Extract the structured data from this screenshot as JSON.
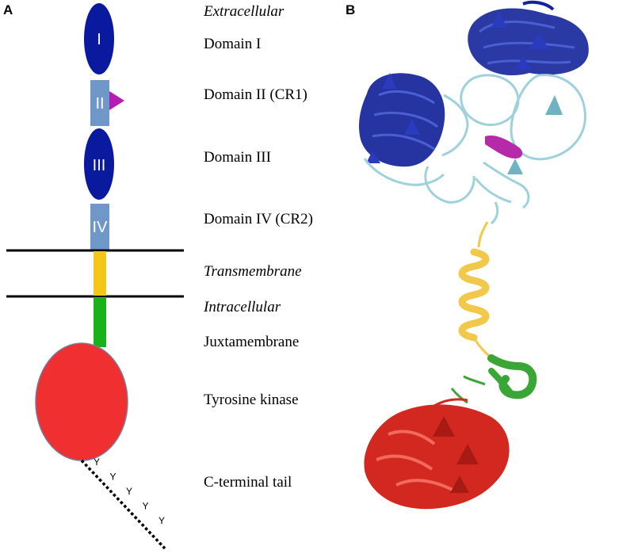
{
  "panels": {
    "a_letter": "A",
    "b_letter": "B"
  },
  "schematic": {
    "domain_numerals": [
      "I",
      "II",
      "III",
      "IV"
    ],
    "tail_residue": "Y",
    "tail_residue_count": 5,
    "colors": {
      "domain_dark_blue": "#0a1a9e",
      "domain_light_blue": "#6f97c8",
      "cr1_triangle_magenta": "#b51bb5",
      "transmembrane_yellow": "#f5c518",
      "juxtamembrane_green": "#19b219",
      "kinase_red": "#f03030",
      "membrane_lines": "#000000"
    }
  },
  "labels": {
    "extracellular": "Extracellular",
    "domain_1": "Domain I",
    "domain_2": "Domain II (CR1)",
    "domain_3": "Domain III",
    "domain_4": "Domain IV (CR2)",
    "transmembrane": "Transmembrane",
    "intracellular": "Intracellular",
    "juxtamembrane": "Juxtamembrane",
    "tyrosine_kinase": "Tyrosine kinase",
    "c_terminal_tail": "C-terminal tail"
  },
  "structure_colors": {
    "dark_blue": "#14239a",
    "light_cyan": "#9fd1dc",
    "magenta": "#b42aa8",
    "yellow": "#f2c84b",
    "green": "#3aa635",
    "red": "#d2281f"
  }
}
